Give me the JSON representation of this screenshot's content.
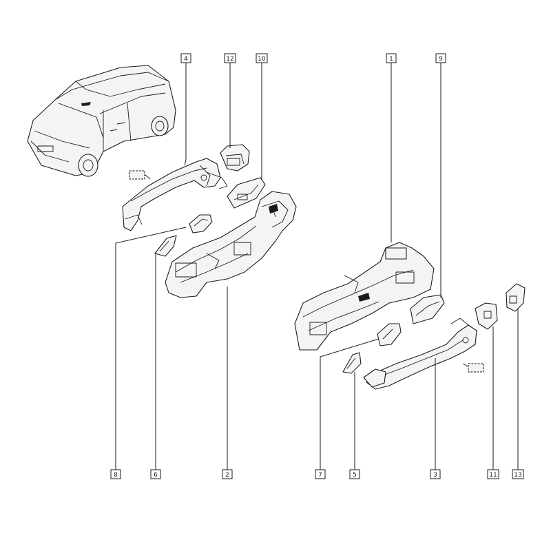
{
  "callouts": [
    {
      "id": "4",
      "label": "4"
    },
    {
      "id": "12",
      "label": "12"
    },
    {
      "id": "10",
      "label": "10"
    },
    {
      "id": "1",
      "label": "1"
    },
    {
      "id": "9",
      "label": "9"
    },
    {
      "id": "8",
      "label": "8"
    },
    {
      "id": "6",
      "label": "6"
    },
    {
      "id": "2",
      "label": "2"
    },
    {
      "id": "7",
      "label": "7"
    },
    {
      "id": "5",
      "label": "5"
    },
    {
      "id": "3",
      "label": "3"
    },
    {
      "id": "11",
      "label": "11"
    },
    {
      "id": "13",
      "label": "13"
    }
  ],
  "colors": {
    "ink": "#1a1a1a",
    "paper": "#ffffff",
    "fill": "#f4f4f4"
  }
}
